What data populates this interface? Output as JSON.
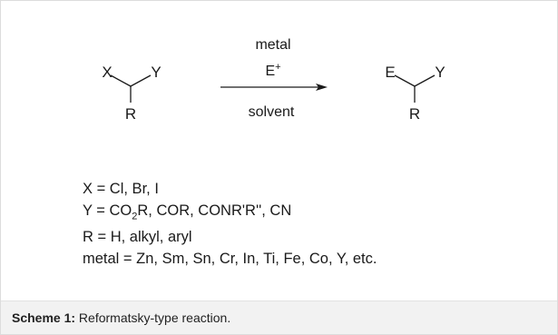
{
  "scheme": {
    "reactant": {
      "x": "X",
      "y": "Y",
      "r": "R"
    },
    "arrow": {
      "above_1": "metal",
      "above_2": "E",
      "above_2_sup": "+",
      "below": "solvent"
    },
    "product": {
      "e": "E",
      "y": "Y",
      "r": "R"
    }
  },
  "definitions": [
    {
      "pre": "X = Cl, Br, I",
      "sub": "",
      "post": ""
    },
    {
      "pre": "Y = CO",
      "sub": "2",
      "post": "R, COR, CONR'R'', CN"
    },
    {
      "pre": "R = H, alkyl, aryl",
      "sub": "",
      "post": ""
    },
    {
      "pre": "metal = Zn, Sm, Sn, Cr, In, Ti, Fe, Co, Y, etc.",
      "sub": "",
      "post": ""
    }
  ],
  "caption": {
    "label": "Scheme 1:",
    "text": " Reformatsky-type reaction."
  },
  "colors": {
    "ink": "#1a1a1a",
    "caption_bg": "#f2f2f2",
    "border": "#dcdcdc"
  }
}
